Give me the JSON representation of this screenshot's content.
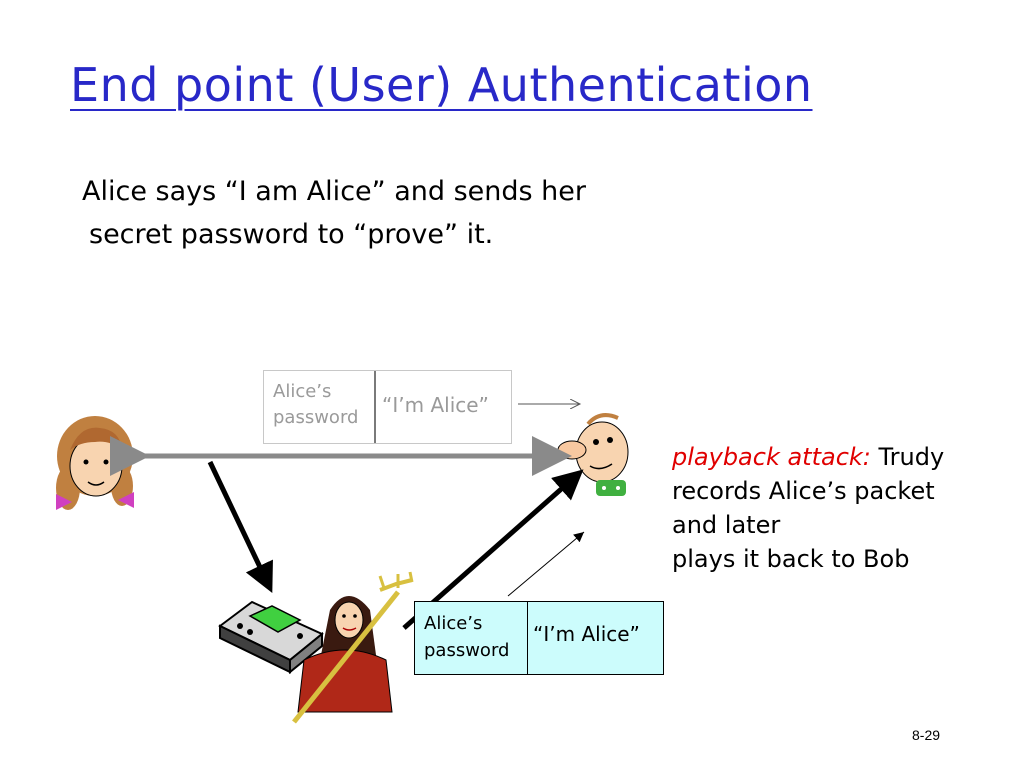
{
  "slide": {
    "title": "End point (User) Authentication",
    "subtitle_line1": "Alice says “I am Alice” and sends her",
    "subtitle_line2": "secret password to “prove” it.",
    "page_number": "8-29"
  },
  "message_faded": {
    "password_label": "Alice’s password",
    "claim": "“I’m Alice”"
  },
  "message_replayed": {
    "password_label": "Alice’s password",
    "claim": "“I’m Alice”"
  },
  "attack_note": {
    "label": "playback attack:",
    "line1_rest": " Trudy",
    "line2": "records Alice’s packet",
    "line3": "and later",
    "line4": "plays it back to Bob"
  }
}
